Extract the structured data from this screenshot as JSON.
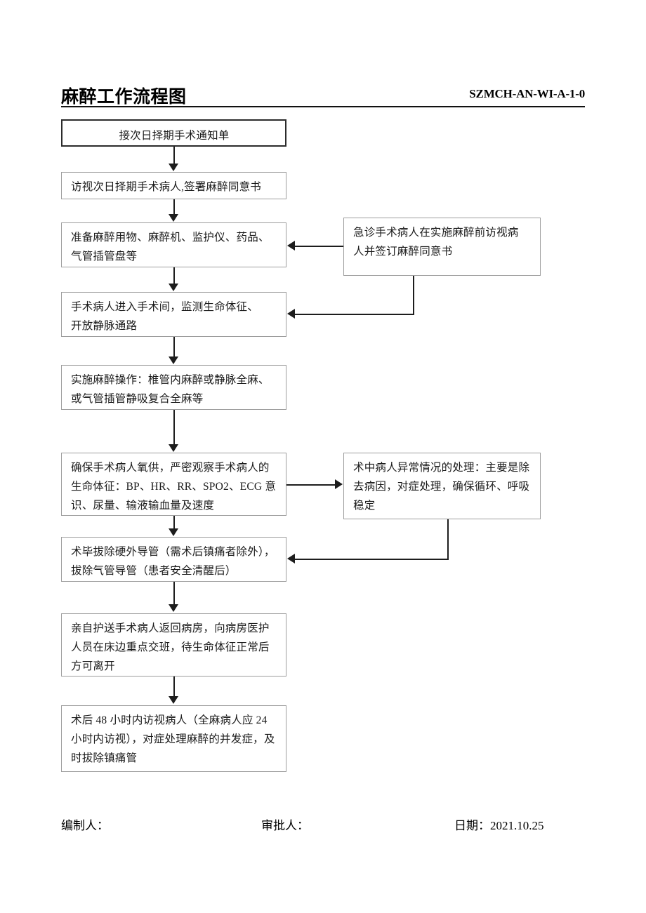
{
  "header": {
    "title": "麻醉工作流程图",
    "doc_code": "SZMCH-AN-WI-A-1-0"
  },
  "flowchart": {
    "nodes": [
      {
        "id": "n1",
        "name": "receive-elective-surgery-notice",
        "lines": [
          "接次日择期手术通知单"
        ]
      },
      {
        "id": "n2",
        "name": "preop-visit-consent",
        "lines": [
          "访视次日择期手术病人,签署麻醉同意书"
        ]
      },
      {
        "id": "n3",
        "name": "prepare-anesthesia-equipment",
        "lines": [
          "准备麻醉用物、麻醉机、监护仪、药品、",
          "气管插管盘等"
        ]
      },
      {
        "id": "n4",
        "name": "patient-enters-or",
        "lines": [
          "手术病人进入手术间，监测生命体征、",
          "开放静脉通路"
        ]
      },
      {
        "id": "n5",
        "name": "perform-anesthesia",
        "lines": [
          "实施麻醉操作：椎管内麻醉或静脉全麻、",
          "或气管插管静吸复合全麻等"
        ]
      },
      {
        "id": "n6",
        "name": "monitor-vital-signs",
        "lines": [
          "确保手术病人氧供，严密观察手术病人的",
          "生命体征：BP、HR、RR、SPO2、ECG 意",
          "识、尿量、输液输血量及速度"
        ]
      },
      {
        "id": "n7",
        "name": "remove-catheters",
        "lines": [
          "术毕拔除硬外导管（需术后镇痛者除外），",
          "拔除气管导管（患者安全清醒后）"
        ]
      },
      {
        "id": "n8",
        "name": "escort-patient-to-ward",
        "lines": [
          "亲自护送手术病人返回病房，向病房医护",
          "人员在床边重点交班，待生命体征正常后",
          "方可离开"
        ]
      },
      {
        "id": "n9",
        "name": "postop-followup-visit",
        "lines": [
          "术后 48 小时内访视病人（全麻病人应 24",
          "小时内访视），对症处理麻醉的并发症，及",
          "时拔除镇痛管"
        ]
      },
      {
        "id": "s1",
        "name": "emergency-surgery-consent",
        "lines": [
          "急诊手术病人在实施麻醉前访视病",
          "人并签订麻醉同意书"
        ]
      },
      {
        "id": "s2",
        "name": "intraop-abnormal-handling",
        "lines": [
          "术中病人异常情况的处理：主要是除",
          "去病因，对症处理，确保循环、呼吸",
          "稳定"
        ]
      }
    ]
  },
  "footer": {
    "prepared_by": "编制人：",
    "approved_by": "审批人：",
    "date": "日期：2021.10.25"
  }
}
